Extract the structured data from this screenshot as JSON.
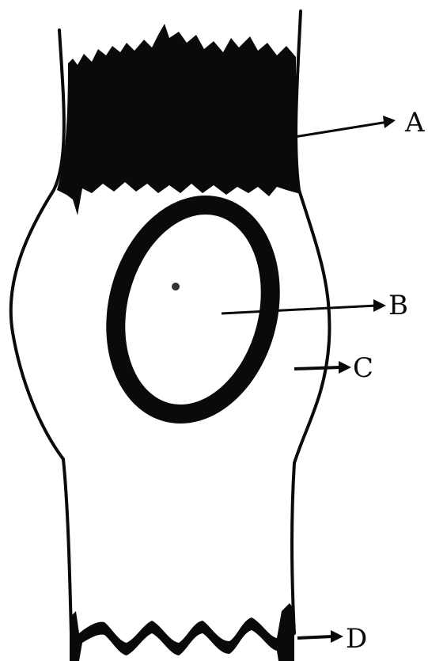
{
  "diagram": {
    "labels": {
      "a": "A",
      "b": "B",
      "c": "C",
      "d": "D"
    },
    "colors": {
      "ink": "#0a0a0a",
      "paper": "#ffffff"
    }
  }
}
